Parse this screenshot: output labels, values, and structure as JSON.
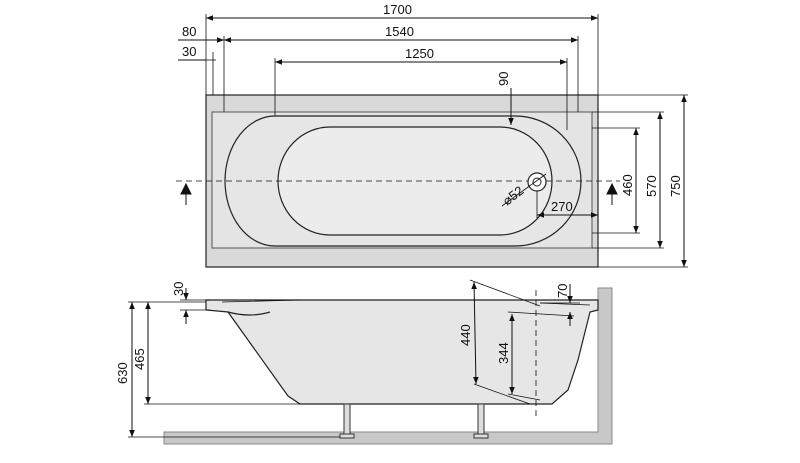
{
  "top_view": {
    "length_total": "1700",
    "length_inner": "1540",
    "length_bottom": "1250",
    "offset_80": "80",
    "offset_30": "30",
    "drain_offset_90": "90",
    "drain_diameter": "⌀52",
    "drain_270": "270",
    "width_460": "460",
    "width_570": "570",
    "width_750": "750"
  },
  "side_view": {
    "rim_30": "30",
    "rim_70": "70",
    "height_630": "630",
    "height_465": "465",
    "depth_440": "440",
    "depth_344": "344"
  },
  "colors": {
    "tub_fill": "#e6e6e6",
    "wall_fill": "#c8c8c8",
    "stroke": "#111111"
  }
}
